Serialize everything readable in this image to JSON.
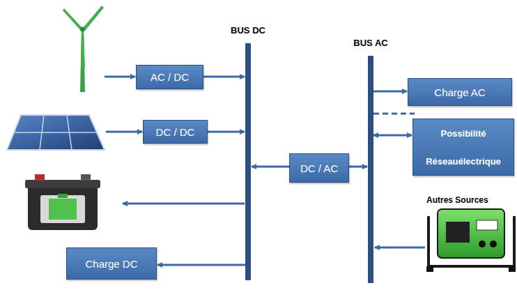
{
  "diagram": {
    "nodes": [
      {
        "text": [
          "AC / DC"
        ]
      },
      {
        "text": [
          "DC / DC"
        ]
      },
      {
        "text": [
          "BUS DC"
        ]
      },
      {
        "text": [
          "DC / AC"
        ]
      },
      {
        "text": [
          "BUS AC"
        ]
      },
      {
        "text": [
          "Charge AC"
        ]
      },
      {
        "text": [
          "Possibilité",
          "Réseauélectrique"
        ]
      },
      {
        "text": [
          "Charge DC"
        ]
      }
    ],
    "edges": [
      {
        "from": 0,
        "to": 2,
        "arrow": "to"
      },
      {
        "from": 1,
        "to": 2,
        "arrow": "to"
      },
      {
        "from": 2,
        "to": 7,
        "arrow": "to"
      },
      {
        "from": 3,
        "to": 2,
        "arrow": "to"
      },
      {
        "from": 3,
        "to": 4,
        "arrow": "to"
      },
      {
        "from": 4,
        "to": 5,
        "arrow": "to"
      },
      {
        "from": 4,
        "to": 6,
        "arrow": "both"
      }
    ],
    "labels": [
      "Autres Sources"
    ]
  }
}
